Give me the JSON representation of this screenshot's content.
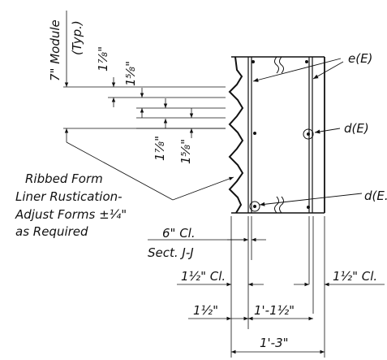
{
  "module": {
    "label": "7\" Module",
    "typ": "(Typ.)"
  },
  "vertical_dims": {
    "top_rib": "1⅞\"",
    "top_gap": "1⅝\"",
    "bottom_rib": "1⅞\"",
    "bottom_gap": "1⅝\""
  },
  "callouts": {
    "e": "e(E)",
    "d_upper": "d(E)",
    "d_lower": "d(E."
  },
  "note": {
    "line1": "Ribbed Form",
    "line2": "Liner Rustication-",
    "line3": "Adjust Forms ±¼\"",
    "line4": "as Required"
  },
  "horizontal_dims": {
    "clear_6": "6\" Cl.",
    "section": "Sect. J-J",
    "clear_left": "1½\" Cl.",
    "clear_right": "1½\" Cl.",
    "dim_1_5": "1½\"",
    "dim_1_1_5": "1'-1½\"",
    "dim_1_3": "1'-3\""
  },
  "colors": {
    "ink": "#111111",
    "background": "#ffffff"
  }
}
